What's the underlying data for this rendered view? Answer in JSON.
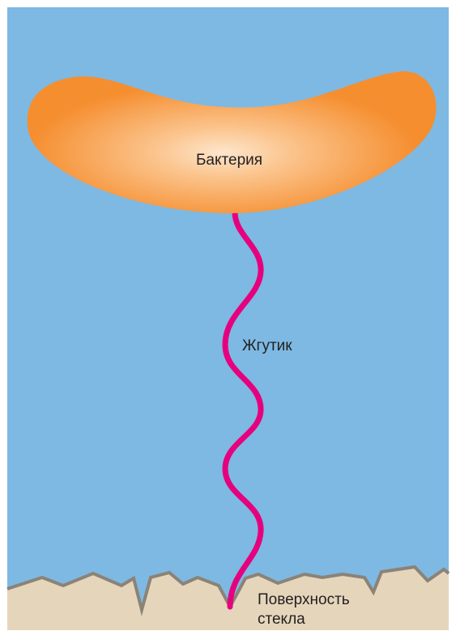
{
  "labels": {
    "bacterium": "Бактерия",
    "flagellum": "Жгутик",
    "surface_line1": "Поверхность",
    "surface_line2": "стекла"
  },
  "colors": {
    "water": "#7db9e3",
    "bacterium_edge": "#f58e2f",
    "bacterium_center": "#fde6cc",
    "flagellum": "#e6007e",
    "glass": "#e5d6bb",
    "glass_edge": "#8b8378"
  }
}
